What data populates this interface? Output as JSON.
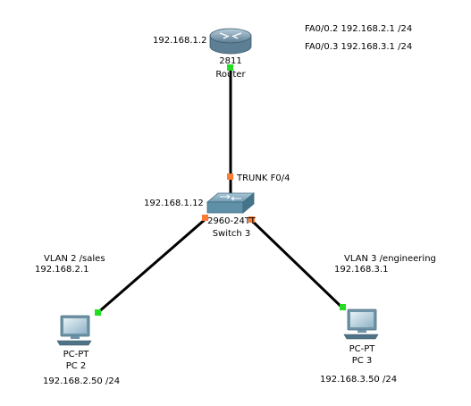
{
  "router": {
    "model": "2811",
    "name": "Router",
    "ip": "192.168.1.2",
    "subinterfaces": [
      "FA0/0.2 192.168.2.1 /24",
      "FA0/0.3 192.168.3.1 /24"
    ]
  },
  "switch": {
    "model": "2960-24TT",
    "name": "Switch 3",
    "ip": "192.168.1.12",
    "trunk_label": "TRUNK F0/4"
  },
  "pc2": {
    "type": "PC-PT",
    "name": "PC 2",
    "vlan": "VLAN 2 /sales",
    "gateway": "192.168.2.1",
    "ip": "192.168.2.50 /24"
  },
  "pc3": {
    "type": "PC-PT",
    "name": "PC 3",
    "vlan": "VLAN 3 /engineering",
    "gateway": "192.168.3.1",
    "ip": "192.168.3.50 /24"
  },
  "colors": {
    "link": "#000000",
    "port_up": "#22dd22",
    "port_orange": "#ff7a33",
    "router_body": "#6f93aa",
    "switch_body": "#5f90a8",
    "pc_body": "#7a9cb0"
  }
}
